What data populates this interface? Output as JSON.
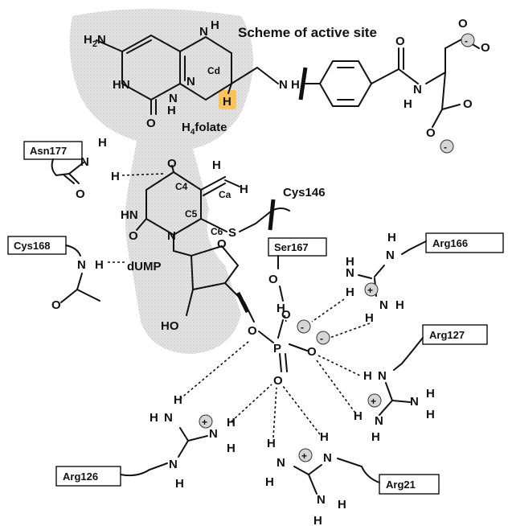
{
  "title": "Scheme of active site",
  "molecules": {
    "h4folate_label": "H4folate",
    "h4folate_base": "H",
    "h4folate_sub": "4",
    "h4folate_rest": "folate",
    "dump_label": "dUMP",
    "carbon_labels": [
      "Cd",
      "C4",
      "C5",
      "C6",
      "Ca"
    ]
  },
  "residues": [
    "Asn177",
    "Cys168",
    "Ser167",
    "Arg166",
    "Arg127",
    "Arg126",
    "Arg21",
    "Cys146"
  ],
  "highlight_color": "#f7c35a",
  "shade_color": "#d9d9d9",
  "charges": {
    "minus": "-",
    "plus": "+"
  }
}
